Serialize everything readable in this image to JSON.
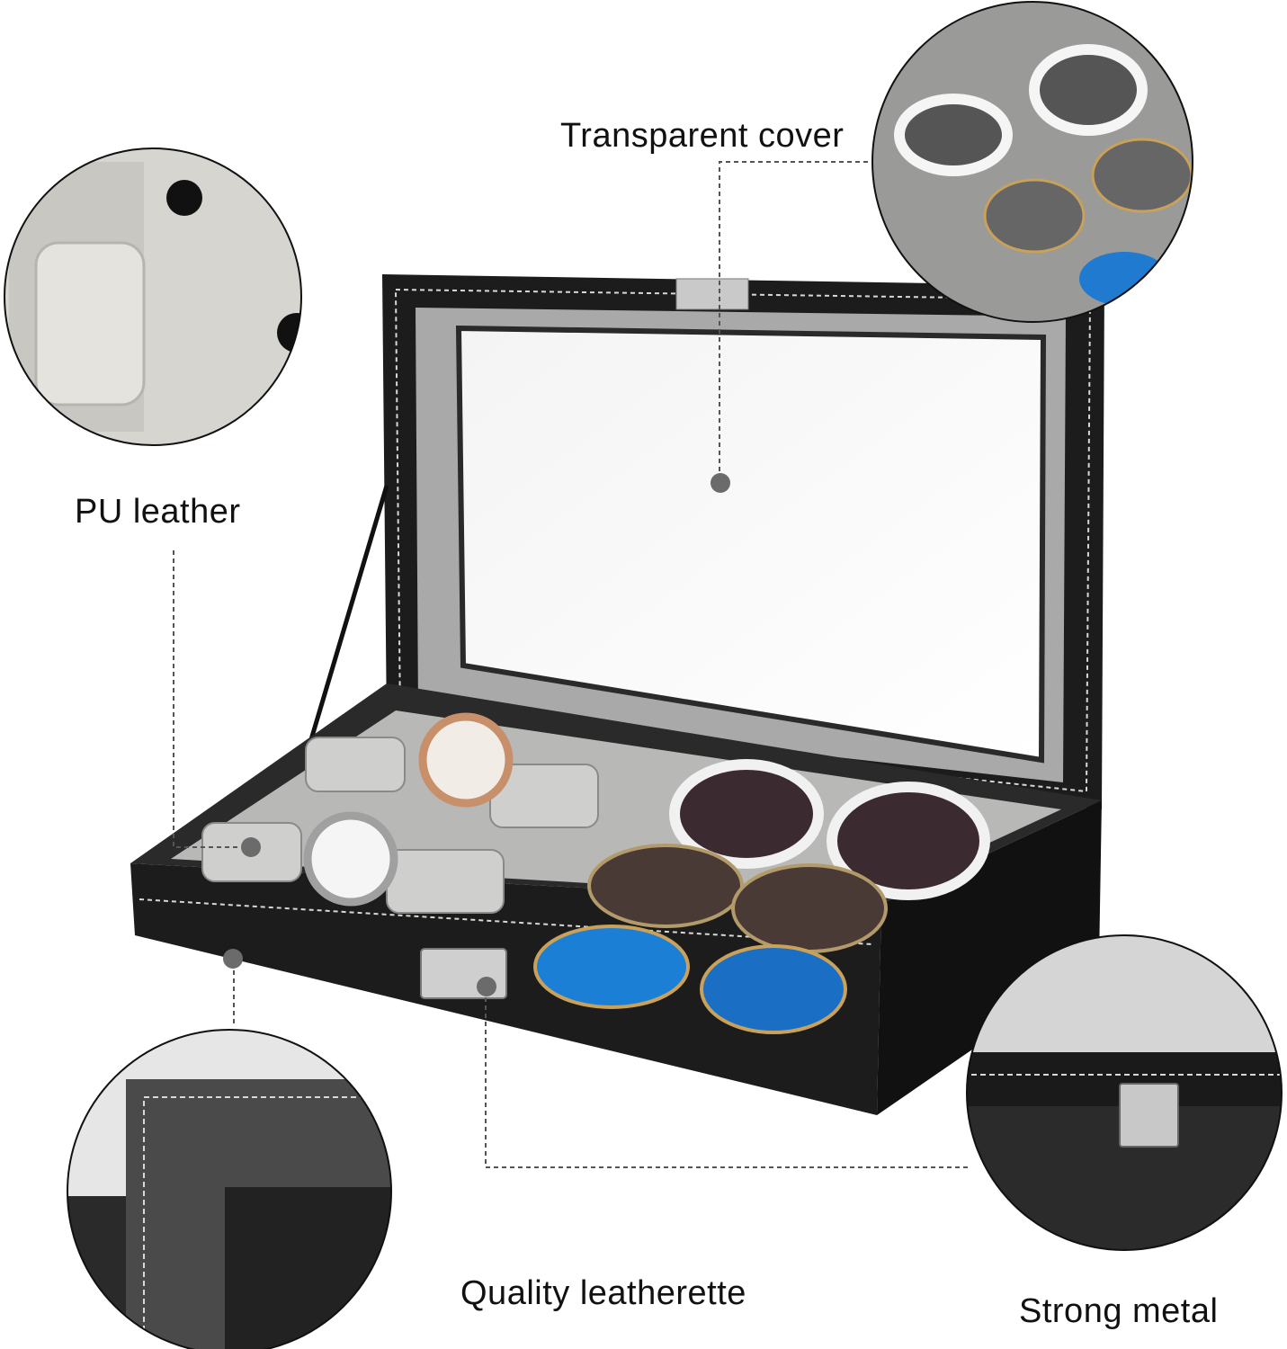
{
  "callouts": {
    "transparent_cover": "Transparent cover",
    "pu_leather": "PU leather",
    "quality_leatherette": "Quality leatherette",
    "strong_metal": "Strong metal"
  },
  "colors": {
    "leather": "#1c1c1c",
    "velvet": "#b5b5b3",
    "light_velvet": "#d9d8d4",
    "stitch": "#d8d8d8",
    "callout_dot": "#6b6b6b"
  }
}
